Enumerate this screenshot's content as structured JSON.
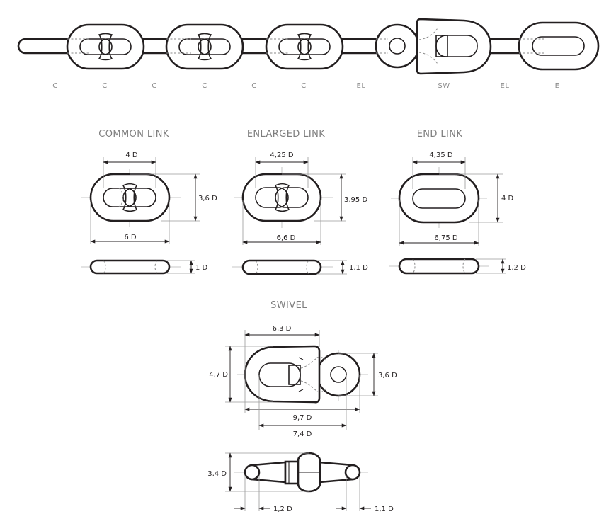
{
  "chain": {
    "codes": [
      "C",
      "C",
      "C",
      "C",
      "C",
      "C",
      "EL",
      "SW",
      "EL",
      "E"
    ]
  },
  "common_link": {
    "title": "COMMON LINK",
    "width": "4 D",
    "height": "3,6 D",
    "length": "6 D",
    "thickness": "1 D"
  },
  "enlarged_link": {
    "title": "ENLARGED LINK",
    "width": "4,25 D",
    "height": "3,95 D",
    "length": "6,6 D",
    "thickness": "1,1 D"
  },
  "end_link": {
    "title": "END LINK",
    "width": "4,35 D",
    "height": "4 D",
    "length": "6,75 D",
    "thickness": "1,2 D"
  },
  "swivel": {
    "title": "SWIVEL",
    "body_length": "6,3 D",
    "height": "4,7 D",
    "eye_height": "3,6 D",
    "total_length": "9,7 D",
    "inner_length": "7,4 D",
    "side_height": "3,4 D",
    "left_thickness": "1,2 D",
    "right_thickness": "1,1 D"
  },
  "colors": {
    "line": "#231f20",
    "hidden": "#8a8a8a",
    "label_grey": "#7d7d7d"
  }
}
